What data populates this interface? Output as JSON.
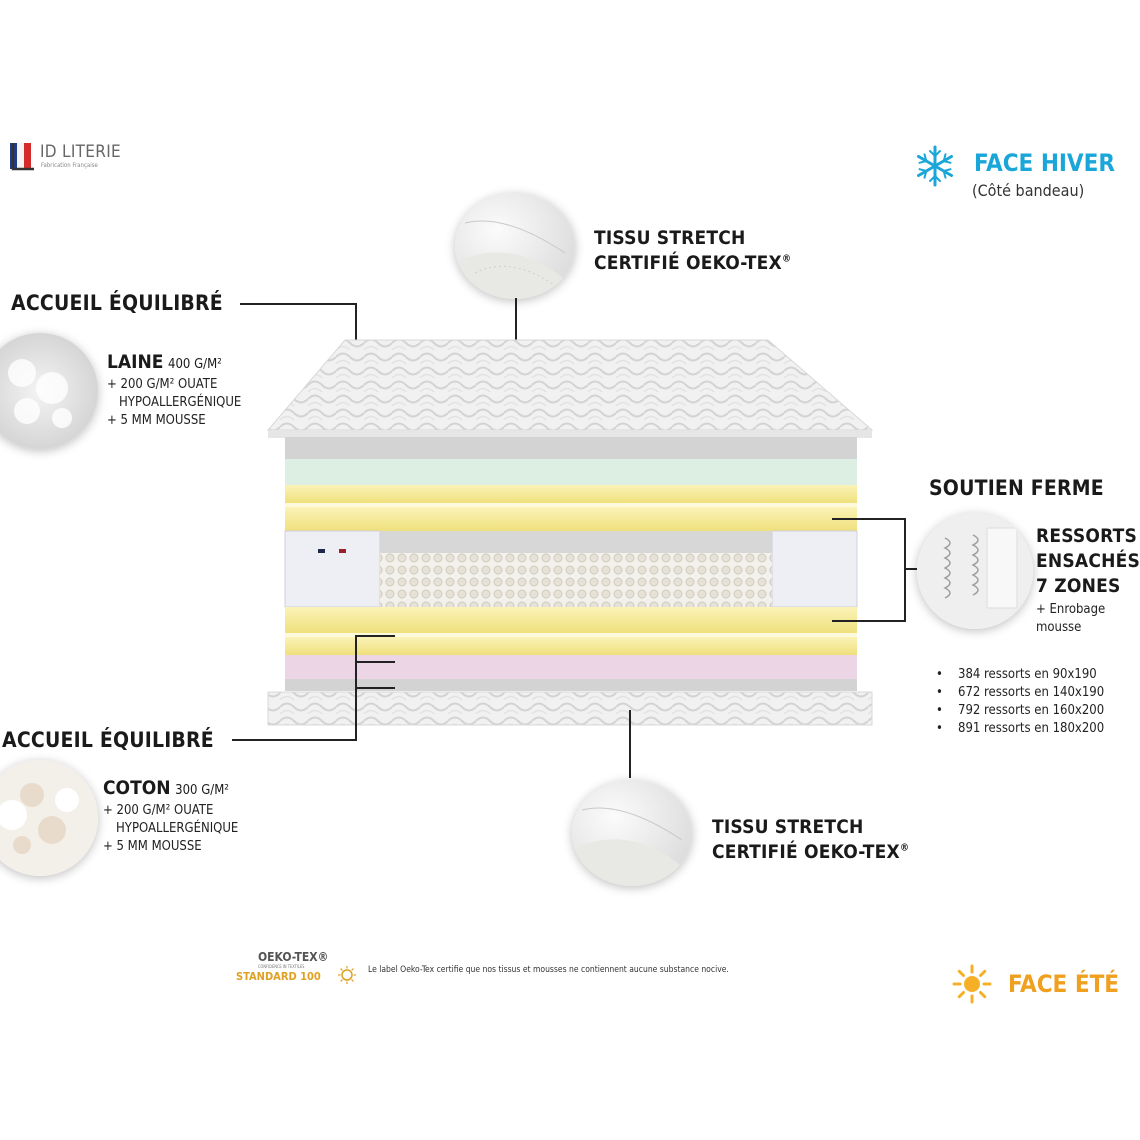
{
  "brand": {
    "name": "ID LITERIE",
    "tagline": "Fabrication Française"
  },
  "face_hiver": {
    "title": "FACE HIVER",
    "subtitle": "(Côté bandeau)"
  },
  "face_ete": {
    "title": "FACE ÉTÉ"
  },
  "top_fabric": {
    "line1": "TISSU STRETCH",
    "line2": "CERTIFIÉ OEKO-TEX",
    "mark": "®"
  },
  "bottom_fabric": {
    "line1": "TISSU STRETCH",
    "line2": "CERTIFIÉ OEKO-TEX",
    "mark": "®"
  },
  "accueil_top": {
    "title": "ACCUEIL ÉQUILIBRÉ",
    "material": "LAINE",
    "weight": "400 G/M²",
    "line1": "+ 200 G/M² OUATE",
    "line2": "HYPOALLERGÉNIQUE",
    "line3": "+ 5 MM MOUSSE"
  },
  "accueil_bottom": {
    "title": "ACCUEIL ÉQUILIBRÉ",
    "material": "COTON",
    "weight": "300 G/M²",
    "line1": "+ 200 G/M² OUATE",
    "line2": "HYPOALLERGÉNIQUE",
    "line3": "+ 5 MM MOUSSE"
  },
  "soutien": {
    "title": "SOUTIEN FERME",
    "line1": "RESSORTS",
    "line2": "ENSACHÉS",
    "line3": "7 ZONES",
    "extra1": "+ Enrobage",
    "extra2": "mousse",
    "counts": [
      "384 ressorts en 90x190",
      "672 ressorts en 140x190",
      "792 ressorts en 160x200",
      "891 ressorts en 180x200"
    ]
  },
  "oekotex": {
    "logo_line1": "OEKO-TEX®",
    "logo_line2": "CONFIDENCE IN TEXTILES",
    "logo_line3": "STANDARD 100",
    "note": "Le label Oeko-Tex certifie que nos tissus et mousses ne contiennent aucune substance nocive."
  },
  "colors": {
    "accent_blue": "#1aa6d8",
    "accent_orange": "#f0a020",
    "yellow_foam": "#f7ec9a",
    "green_layer": "#dcefe2",
    "pink_layer": "#ecd6e6",
    "grey_layer": "#cfcfcf"
  }
}
